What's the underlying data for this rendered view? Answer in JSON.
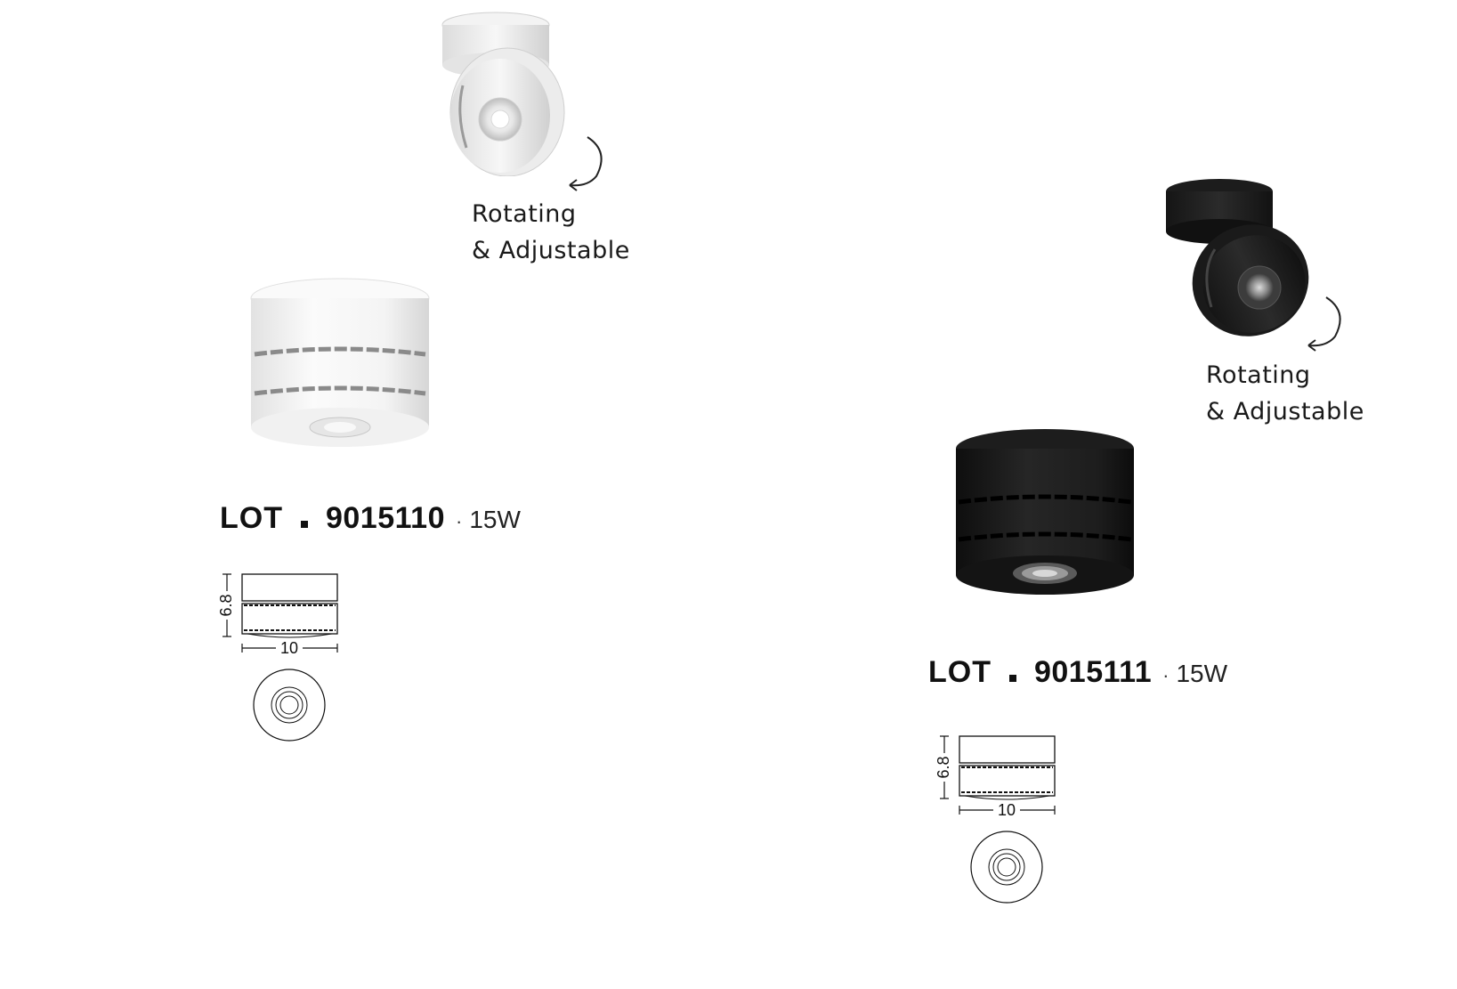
{
  "products": [
    {
      "finish_color": "#f2f2f2",
      "caption_line1": "Rotating",
      "caption_line2": "& Adjustable",
      "lot_label": "LOT",
      "code": "9015110",
      "dot": "·",
      "power": "15W",
      "dim_height": "6.8",
      "dim_width": "10"
    },
    {
      "finish_color": "#1f1f1f",
      "caption_line1": "Rotating",
      "caption_line2": "& Adjustable",
      "lot_label": "LOT",
      "code": "9015111",
      "dot": "·",
      "power": "15W",
      "dim_height": "6.8",
      "dim_width": "10"
    }
  ]
}
